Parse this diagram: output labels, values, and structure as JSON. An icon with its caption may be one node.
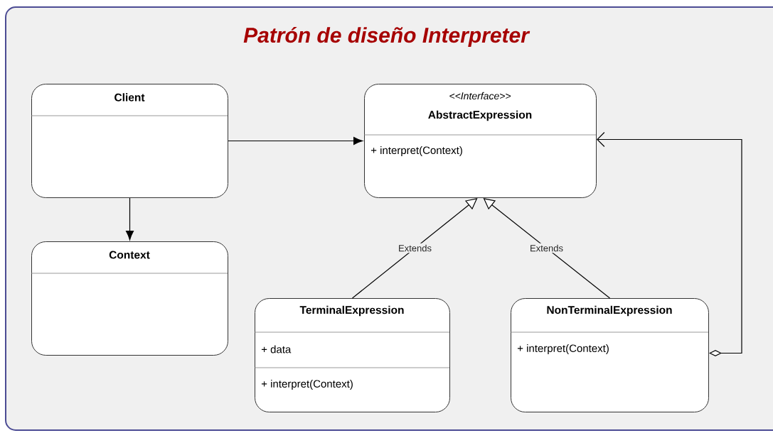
{
  "diagram": {
    "title": "Patrón de diseño Interpreter",
    "nodes": [
      {
        "text": [
          "Client"
        ]
      },
      {
        "text": [
          "Context"
        ]
      },
      {
        "text": [
          "<<Interface>>",
          "AbstractExpression",
          "+ interpret(Context)"
        ]
      },
      {
        "text": [
          "TerminalExpression",
          "+ data",
          "+ interpret(Context)"
        ]
      },
      {
        "text": [
          "NonTerminalExpression",
          "+ interpret(Context)"
        ]
      }
    ],
    "edges": [
      {
        "from": 0,
        "to": 2,
        "arrow": "to"
      },
      {
        "from": 0,
        "to": 1,
        "arrow": "to"
      },
      {
        "from": 3,
        "to": 2,
        "arrow": "to",
        "label": "Extends"
      },
      {
        "from": 4,
        "to": 2,
        "arrow": "to",
        "label": "Extends"
      },
      {
        "from": 4,
        "to": 2,
        "arrow": "to"
      }
    ]
  }
}
